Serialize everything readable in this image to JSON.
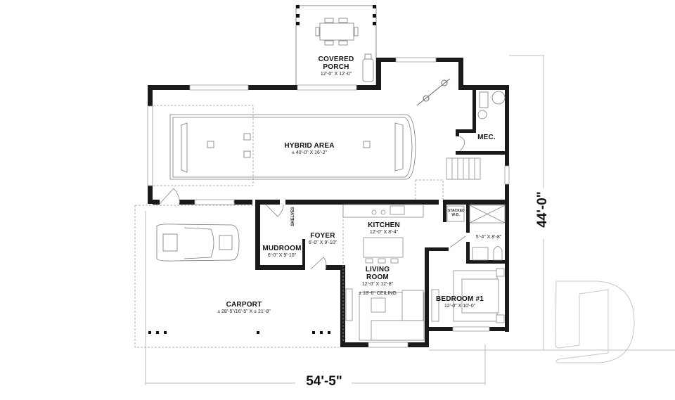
{
  "plan": {
    "overall_width": "54'-5\"",
    "overall_depth": "44'-0\"",
    "rooms": [
      {
        "id": "covered-porch",
        "name_line1": "COVERED",
        "name_line2": "PORCH",
        "size": "12'-0\" X 12'-0\""
      },
      {
        "id": "hybrid-area",
        "name": "HYBRID AREA",
        "size": "± 40'-0\" X 16'-2\""
      },
      {
        "id": "mec",
        "name": "MEC."
      },
      {
        "id": "kitchen",
        "name": "KITCHEN",
        "size": "12'-0\" X 8'-4\""
      },
      {
        "id": "foyer",
        "name": "FOYER",
        "size": "6'-0\" X 9'-10\""
      },
      {
        "id": "mudroom",
        "name": "MUDROOM",
        "size": "6'-0\" X 9'-10\""
      },
      {
        "id": "living-room",
        "name_line1": "LIVING",
        "name_line2": "ROOM",
        "size": "12'-0\" X 12'-8\"",
        "ceiling": "± 18'-6\" CEILING"
      },
      {
        "id": "bathroom",
        "size": "5'-4\" X 8'-8\""
      },
      {
        "id": "bedroom-1",
        "name": "BEDROOM #1",
        "size": "12'-0\" X 10'-0\""
      },
      {
        "id": "carport",
        "name": "CARPORT",
        "size": "± 28'-5\"/16'-5\" X ± 21'-8\""
      }
    ],
    "labels": {
      "shelves": "SHELVES",
      "stacked_wd_line1": "STACKED",
      "stacked_wd_line2": "W-D."
    },
    "colors": {
      "wall": "#1a1a1a",
      "line": "#9a9a9a",
      "background": "#ffffff"
    }
  }
}
